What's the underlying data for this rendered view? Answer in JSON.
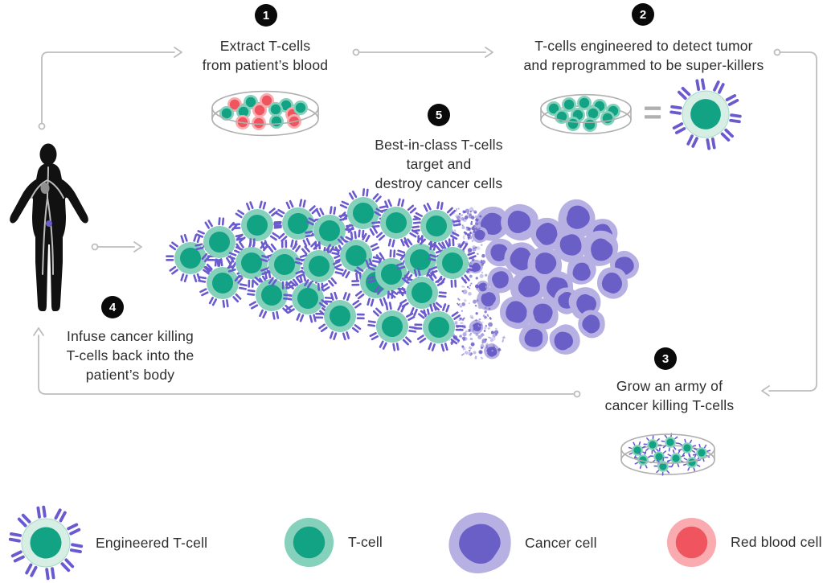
{
  "steps": [
    {
      "number": "1",
      "text": "Extract T-cells\nfrom patient’s blood"
    },
    {
      "number": "2",
      "text": "T-cells engineered to detect tumor\nand reprogrammed to be super-killers"
    },
    {
      "number": "3",
      "text": "Grow an army of\ncancer killing T-cells"
    },
    {
      "number": "4",
      "text": "Infuse cancer killing\nT-cells back into the\npatient’s body"
    },
    {
      "number": "5",
      "text": "Best-in-class T-cells\ntarget and\ndestroy cancer cells"
    }
  ],
  "decorations": {
    "equals": "="
  },
  "legend": {
    "items": [
      {
        "icon": "engineered-t-cell-icon",
        "label": "Engineered T-cell"
      },
      {
        "icon": "t-cell-icon",
        "label": "T-cell"
      },
      {
        "icon": "cancer-cell-icon",
        "label": "Cancer cell"
      },
      {
        "icon": "red-blood-cell-icon",
        "label": "Red blood cell"
      }
    ]
  },
  "figures": {
    "person": "patient-silhouette",
    "dish_step1": "petri-dish-mixed-blood-cells",
    "dish_step2": "petri-dish-t-cells",
    "dish_step3": "petri-dish-engineered-t-cells",
    "battle": "t-cells-attacking-cancer-cells"
  },
  "colors": {
    "text": "#2E2E2E",
    "badge_bg": "#0A0A0A",
    "badge_fg": "#FFFFFF",
    "line": "#BDBDBD",
    "equals": "#B0B0B0",
    "dish": "#B0B0B0",
    "tcell_core": "#12A284",
    "tcell_halo": "#85D1BC",
    "tcell_halo_pale": "#D6EEE4",
    "tcell_halo_pale_stroke": "#A5D9C6",
    "spike": "#6A5ACF",
    "cancer_core": "#6A5EC7",
    "cancer_halo": "#B7B0E3",
    "rbc_core": "#F0545E",
    "rbc_halo": "#F9ABAF",
    "silhouette": "#111111",
    "vessel": "#C6C6C6"
  }
}
